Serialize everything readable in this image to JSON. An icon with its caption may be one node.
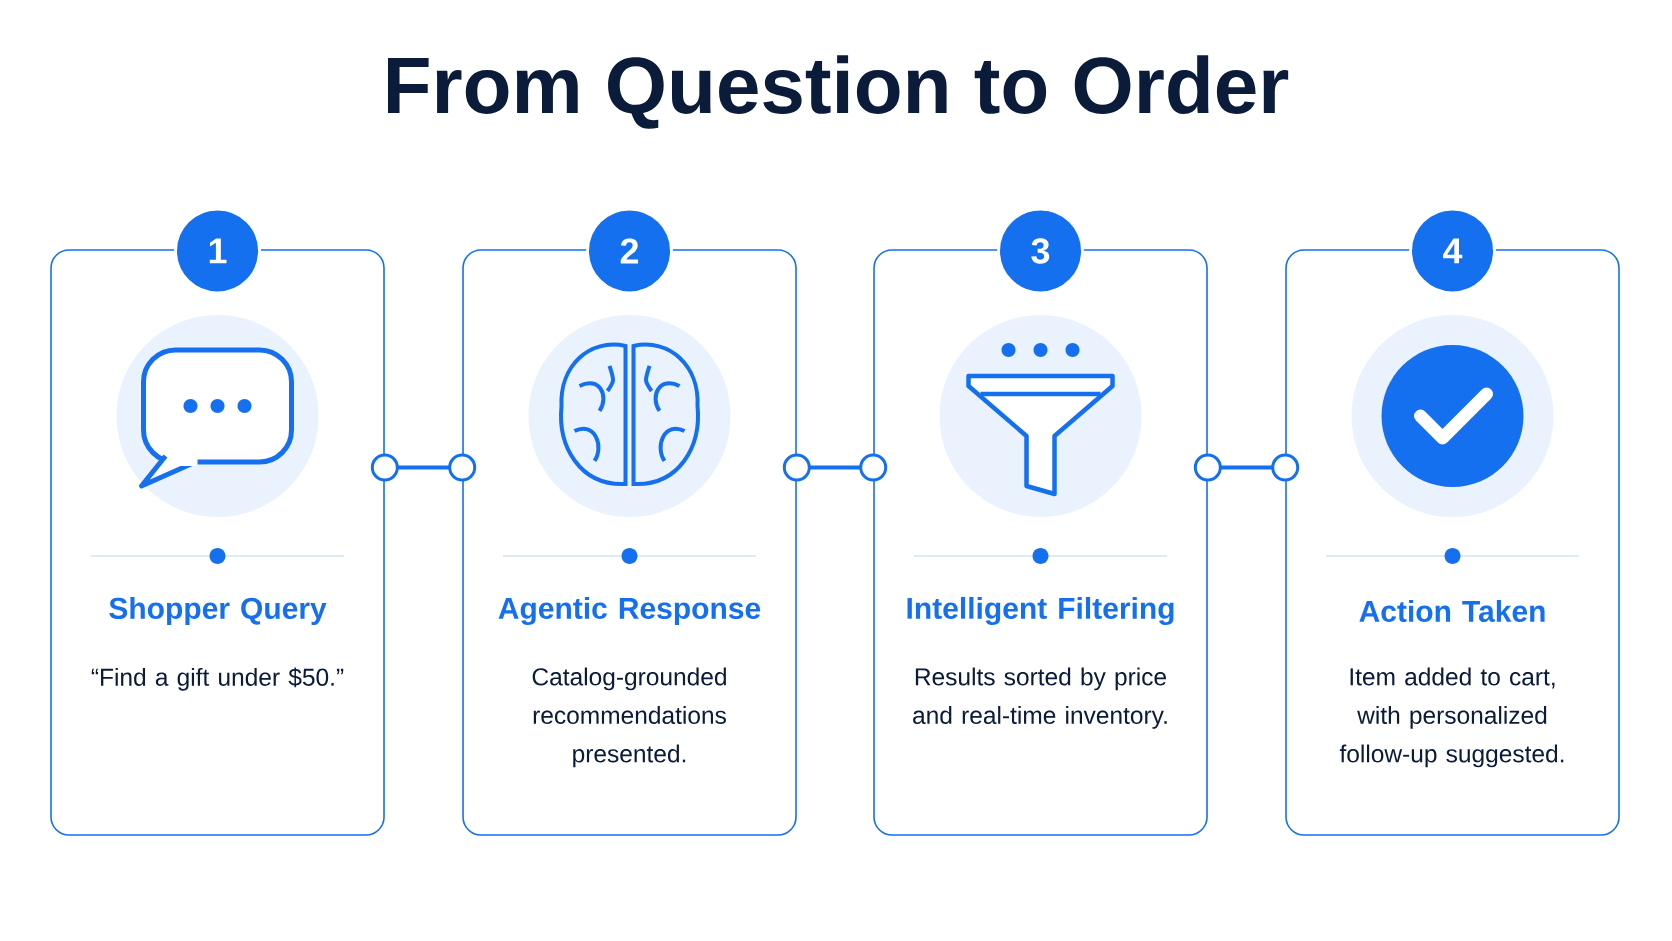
{
  "diagram": {
    "title": "From Question to Order",
    "nodes": [
      {
        "text": [
          "1",
          "Shopper Query",
          "“Find a gift under $50.”"
        ]
      },
      {
        "text": [
          "2",
          "Agentic Response",
          "Catalog-grounded recommendations presented."
        ]
      },
      {
        "text": [
          "3",
          "Intelligent Filtering",
          "Results sorted by price and real-time inventory."
        ]
      },
      {
        "text": [
          "4",
          "Action Taken",
          "Item added to cart, with personalized follow-up suggested."
        ]
      }
    ],
    "edges": [
      {
        "from": 0,
        "to": 1,
        "arrow": "other"
      },
      {
        "from": 1,
        "to": 2,
        "arrow": "other"
      },
      {
        "from": 2,
        "to": 3,
        "arrow": "other"
      }
    ]
  }
}
